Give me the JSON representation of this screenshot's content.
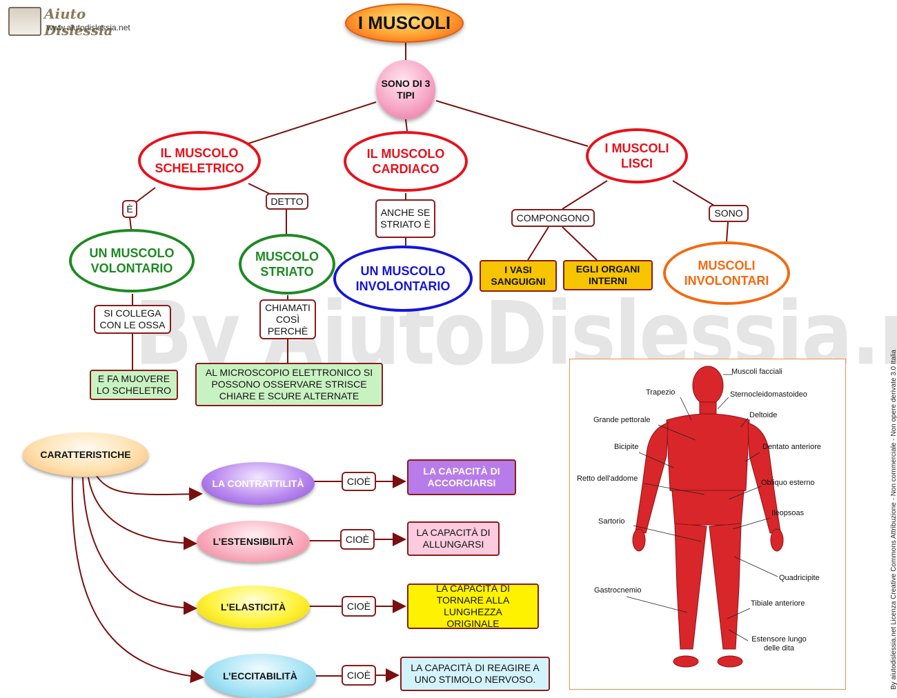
{
  "site": {
    "brand": "Aiuto Dislessia",
    "url": "www.aiutodislessia.net"
  },
  "watermark": "By AiutoDislessia.net",
  "title": "I MUSCOLI",
  "root": "SONO DI 3 TIPI",
  "types": {
    "scheletrico": "IL MUSCOLO SCHELETRICO",
    "cardiaco": "IL MUSCOLO CARDIACO",
    "lisci": "I MUSCOLI LISCI"
  },
  "links": {
    "e": "È",
    "detto": "DETTO",
    "anche": "ANCHE SE STRIATO È",
    "compongono": "COMPONGONO",
    "sono": "SONO",
    "si_collega": "SI COLLEGA CON LE OSSA",
    "chiamati": "CHIAMATI COSÌ PERCHÈ"
  },
  "nodes": {
    "volontario": "UN MUSCOLO VOLONTARIO",
    "striato": "MUSCOLO STRIATO",
    "involontario": "UN MUSCOLO INVOLONTARIO",
    "vasi": "I VASI SANGUIGNI",
    "organi": "EGLI ORGANI INTERNI",
    "involontari": "MUSCOLI INVOLONTARI",
    "scheletro": "E FA MUOVERE LO SCHELETRO",
    "microscopio": "AL MICROSCOPIO ELETTRONICO SI POSSONO OSSERVARE STRISCE CHIARE E SCURE ALTERNATE"
  },
  "caratteristiche": {
    "label": "CARATTERISTICHE",
    "link": "CIOÈ",
    "items": [
      {
        "name": "LA CONTRATTILITÀ",
        "definition": "LA CAPACITÀ DI ACCORCIARSI"
      },
      {
        "name": "L’ESTENSIBILITÀ",
        "definition": "LA CAPACITÀ DI ALLUNGARSI"
      },
      {
        "name": "L’ELASTICITÀ",
        "definition": "LA CAPACITÀ DI TORNARE ALLA LUNGHEZZA ORIGINALE"
      },
      {
        "name": "L’ECCITABILITÀ",
        "definition": "LA CAPACITÀ DI REAGIRE A UNO STIMOLO NERVOSO."
      }
    ]
  },
  "anatomy": {
    "labels": [
      "Muscoli facciali",
      "Trapezio",
      "Sternocleidomastoideo",
      "Grande pettorale",
      "Deltoide",
      "Bicipite",
      "Dentato anteriore",
      "Retto dell'addome",
      "Obliquo esterno",
      "Ileopsoas",
      "Sartorio",
      "Quadricipite",
      "Gastrocnemio",
      "Tibiale anteriore",
      "Estensore lungo delle dita"
    ]
  },
  "license": "By aiutodislessia.net Licenza Creative Commons Attribuzione - Non commerciale - Non opere derivate 3.0 Italia"
}
